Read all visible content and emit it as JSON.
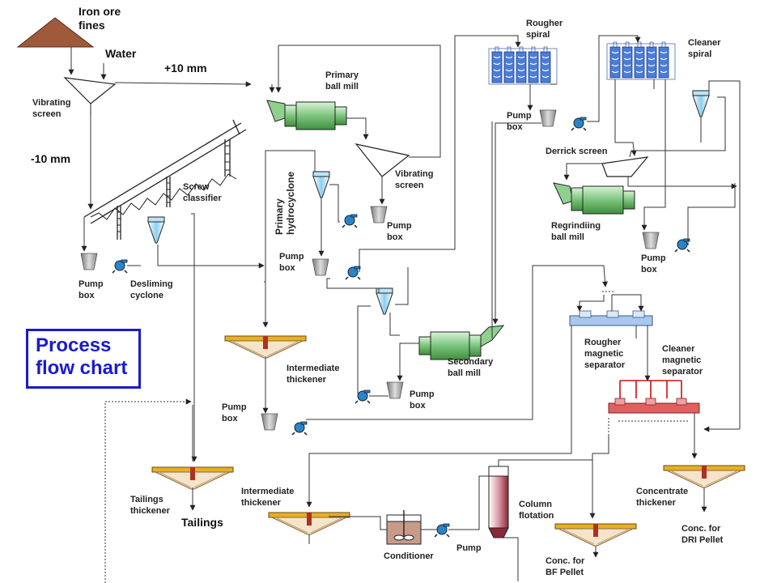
{
  "title": "Process\nflow chart",
  "colors": {
    "accent": "#1a1ad0",
    "line": "#333333",
    "mill": "#8fd08f",
    "thickener": "#e8b020",
    "spiral": "#4a7dd8",
    "magnetic_rougher": "#a8c8ee",
    "magnetic_cleaner": "#e06060",
    "ore_pile": "#9e5a3a"
  },
  "icons": {
    "pump": "pump-icon",
    "pump_box": "pump-box-icon",
    "cyclone": "cyclone-icon",
    "mill": "ball-mill-icon",
    "screen": "vibrating-screen-icon",
    "thickener": "thickener-icon",
    "spiral": "spiral-icon"
  },
  "labels": {
    "iron_ore": "Iron ore\nfines",
    "water": "Water",
    "plus10": "+10 mm",
    "minus10": "-10 mm",
    "vibrating_screen_1": "Vibrating\nscreen",
    "primary_ball_mill": "Primary\nball mill",
    "screw_classifier": "Screw\nclassifier",
    "primary_hydrocyclone": "Primary\nhydrocyclone",
    "vibrating_screen_2": "Vibrating\nscreen",
    "pump_box_1": "Pump\nbox",
    "desliming_cyclone": "Desliming\ncyclone",
    "pump_box_2": "Pump\nbox",
    "pump_box_3": "Pump\nbox",
    "rougher_spiral": "Rougher\nspiral",
    "cleaner_spiral": "Cleaner\nspiral",
    "pump_box_4": "Pump\nbox",
    "derrick_screen": "Derrick screen",
    "regrinding_ball_mill": "Regrindiing\nball mill",
    "pump_box_5": "Pump\nbox",
    "intermediate_thickener_1": "Intermediate\nthickener",
    "secondary_ball_mill": "Secondary\nball mill",
    "pump_box_6": "Pump\nbox",
    "pump_box_7": "Pump\nbox",
    "rougher_magnetic": "Rougher\nmagnetic\nseparator",
    "cleaner_magnetic": "Cleaner\nmagnetic\nseparator",
    "tailings_thickener": "Tailings\nthickener",
    "tailings": "Tailings",
    "intermediate_thickener_2": "Intermediate\nthickener",
    "conditioner": "Conditioner",
    "pump": "Pump",
    "column_flotation": "Column\nflotation",
    "conc_bf": "Conc. for\nBF Pellet",
    "concentrate_thickener": "Concentrate\nthickener",
    "conc_dri": "Conc. for\nDRI Pellet"
  }
}
